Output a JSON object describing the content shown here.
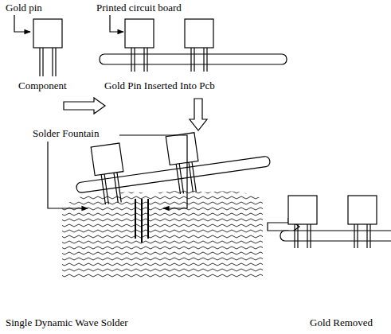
{
  "diagram": {
    "labels": [
      "Gold pin",
      "Printed circuit board",
      "Component",
      "Gold Pin Inserted Into Pcb",
      "Solder Fountain",
      "Single Dynamic Wave Solder",
      "Gold Removed"
    ]
  }
}
